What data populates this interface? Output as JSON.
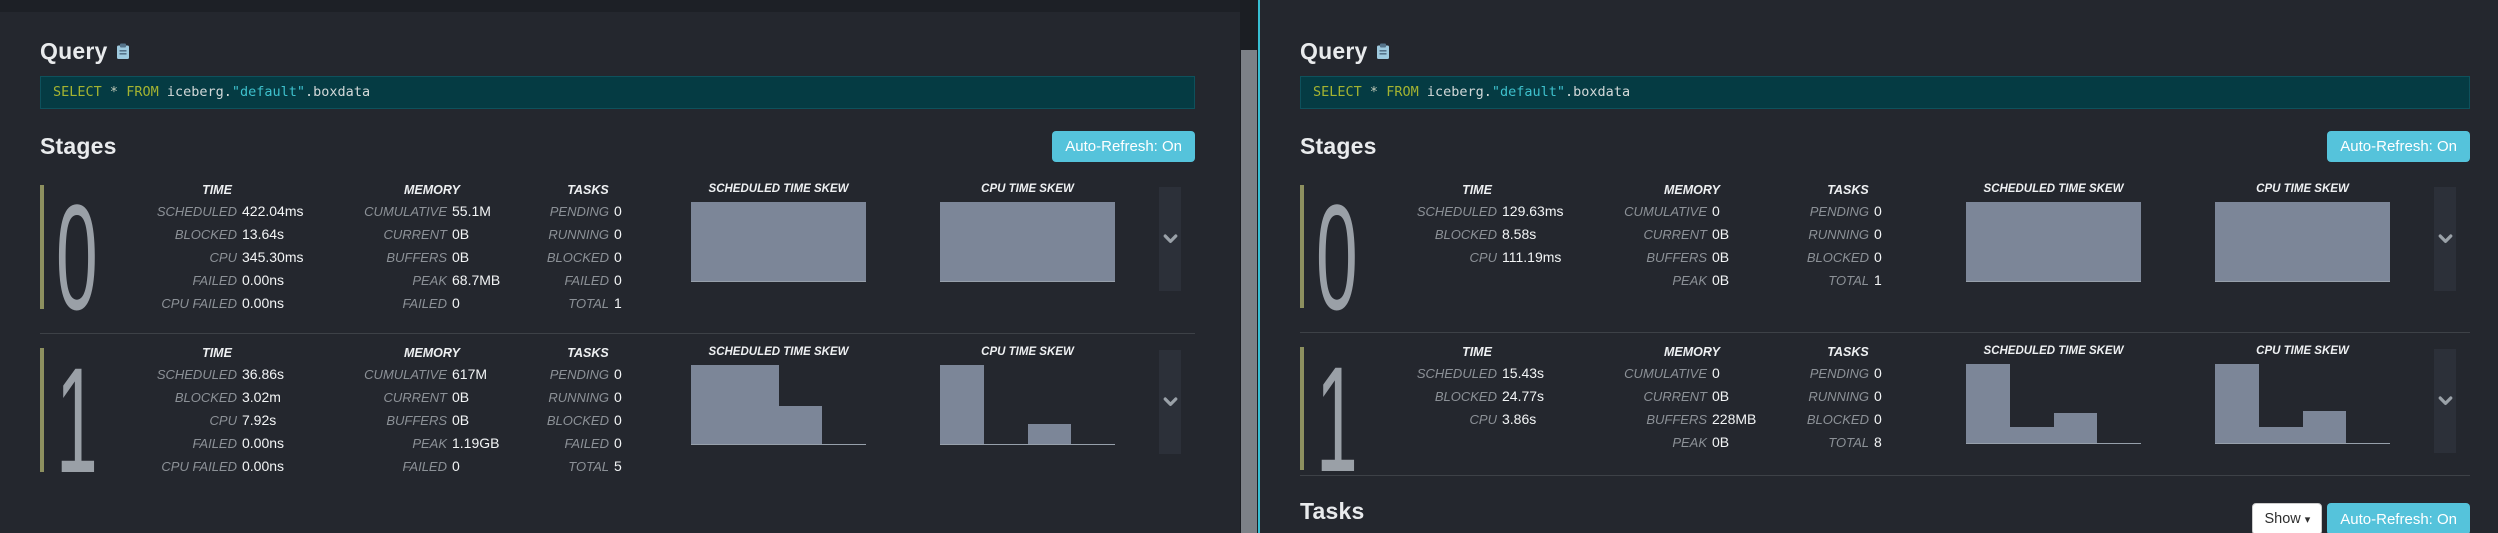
{
  "colors": {
    "accent_button": "#55c3db",
    "histogram_bar": "#7c8698",
    "stage_accent": "#8d905f",
    "sql_keyword": "#a4b331",
    "sql_string": "#3ec1cd",
    "panel_divider": "#37bed2"
  },
  "sql": {
    "select": "SELECT",
    "star": "*",
    "from": "FROM",
    "catalog": "iceberg.",
    "schema": "\"default\"",
    "table": ".boxdata"
  },
  "panels": [
    {
      "query_title": "Query",
      "stages_title": "Stages",
      "auto_refresh_label": "Auto-Refresh: On",
      "stages": [
        {
          "id": "0",
          "columns": [
            {
              "header": "TIME",
              "rows": [
                [
                  "SCHEDULED",
                  "422.04ms"
                ],
                [
                  "BLOCKED",
                  "13.64s"
                ],
                [
                  "CPU",
                  "345.30ms"
                ],
                [
                  "FAILED",
                  "0.00ns"
                ],
                [
                  "CPU FAILED",
                  "0.00ns"
                ]
              ]
            },
            {
              "header": "MEMORY",
              "rows": [
                [
                  "CUMULATIVE",
                  "55.1M"
                ],
                [
                  "CURRENT",
                  "0B"
                ],
                [
                  "BUFFERS",
                  "0B"
                ],
                [
                  "PEAK",
                  "68.7MB"
                ],
                [
                  "FAILED",
                  "0"
                ]
              ]
            },
            {
              "header": "TASKS",
              "rows": [
                [
                  "PENDING",
                  "0"
                ],
                [
                  "RUNNING",
                  "0"
                ],
                [
                  "BLOCKED",
                  "0"
                ],
                [
                  "FAILED",
                  "0"
                ],
                [
                  "TOTAL",
                  "1"
                ]
              ]
            }
          ],
          "charts": [
            {
              "type": "bar",
              "title": "SCHEDULED TIME SKEW",
              "values": [
                100,
                100,
                100,
                100
              ]
            },
            {
              "type": "bar",
              "title": "CPU TIME SKEW",
              "values": [
                100,
                100,
                100,
                100
              ]
            }
          ]
        },
        {
          "id": "1",
          "columns": [
            {
              "header": "TIME",
              "rows": [
                [
                  "SCHEDULED",
                  "36.86s"
                ],
                [
                  "BLOCKED",
                  "3.02m"
                ],
                [
                  "CPU",
                  "7.92s"
                ],
                [
                  "FAILED",
                  "0.00ns"
                ],
                [
                  "CPU FAILED",
                  "0.00ns"
                ]
              ]
            },
            {
              "header": "MEMORY",
              "rows": [
                [
                  "CUMULATIVE",
                  "617M"
                ],
                [
                  "CURRENT",
                  "0B"
                ],
                [
                  "BUFFERS",
                  "0B"
                ],
                [
                  "PEAK",
                  "1.19GB"
                ],
                [
                  "FAILED",
                  "0"
                ]
              ]
            },
            {
              "header": "TASKS",
              "rows": [
                [
                  "PENDING",
                  "0"
                ],
                [
                  "RUNNING",
                  "0"
                ],
                [
                  "BLOCKED",
                  "0"
                ],
                [
                  "FAILED",
                  "0"
                ],
                [
                  "TOTAL",
                  "5"
                ]
              ]
            }
          ],
          "charts": [
            {
              "type": "bar",
              "title": "SCHEDULED TIME SKEW",
              "values": [
                100,
                100,
                48,
                0
              ]
            },
            {
              "type": "bar",
              "title": "CPU TIME SKEW",
              "values": [
                100,
                0,
                25,
                0
              ]
            }
          ]
        }
      ]
    },
    {
      "query_title": "Query",
      "stages_title": "Stages",
      "auto_refresh_label": "Auto-Refresh: On",
      "tasks_title": "Tasks",
      "show_label": "Show",
      "show_caret": "▾",
      "stages": [
        {
          "id": "0",
          "columns": [
            {
              "header": "TIME",
              "rows": [
                [
                  "SCHEDULED",
                  "129.63ms"
                ],
                [
                  "BLOCKED",
                  "8.58s"
                ],
                [
                  "CPU",
                  "111.19ms"
                ]
              ]
            },
            {
              "header": "MEMORY",
              "rows": [
                [
                  "CUMULATIVE",
                  "0"
                ],
                [
                  "CURRENT",
                  "0B"
                ],
                [
                  "BUFFERS",
                  "0B"
                ],
                [
                  "PEAK",
                  "0B"
                ]
              ]
            },
            {
              "header": "TASKS",
              "rows": [
                [
                  "PENDING",
                  "0"
                ],
                [
                  "RUNNING",
                  "0"
                ],
                [
                  "BLOCKED",
                  "0"
                ],
                [
                  "TOTAL",
                  "1"
                ]
              ]
            }
          ],
          "charts": [
            {
              "type": "bar",
              "title": "SCHEDULED TIME SKEW",
              "values": [
                100,
                100,
                100,
                100
              ]
            },
            {
              "type": "bar",
              "title": "CPU TIME SKEW",
              "values": [
                100,
                100,
                100,
                100
              ]
            }
          ]
        },
        {
          "id": "1",
          "columns": [
            {
              "header": "TIME",
              "rows": [
                [
                  "SCHEDULED",
                  "15.43s"
                ],
                [
                  "BLOCKED",
                  "24.77s"
                ],
                [
                  "CPU",
                  "3.86s"
                ]
              ]
            },
            {
              "header": "MEMORY",
              "rows": [
                [
                  "CUMULATIVE",
                  "0"
                ],
                [
                  "CURRENT",
                  "0B"
                ],
                [
                  "BUFFERS",
                  "228MB"
                ],
                [
                  "PEAK",
                  "0B"
                ]
              ]
            },
            {
              "header": "TASKS",
              "rows": [
                [
                  "PENDING",
                  "0"
                ],
                [
                  "RUNNING",
                  "0"
                ],
                [
                  "BLOCKED",
                  "0"
                ],
                [
                  "TOTAL",
                  "8"
                ]
              ]
            }
          ],
          "charts": [
            {
              "type": "bar",
              "title": "SCHEDULED TIME SKEW",
              "values": [
                100,
                20,
                38,
                0
              ]
            },
            {
              "type": "bar",
              "title": "CPU TIME SKEW",
              "values": [
                100,
                20,
                40,
                0
              ]
            }
          ]
        }
      ]
    }
  ]
}
